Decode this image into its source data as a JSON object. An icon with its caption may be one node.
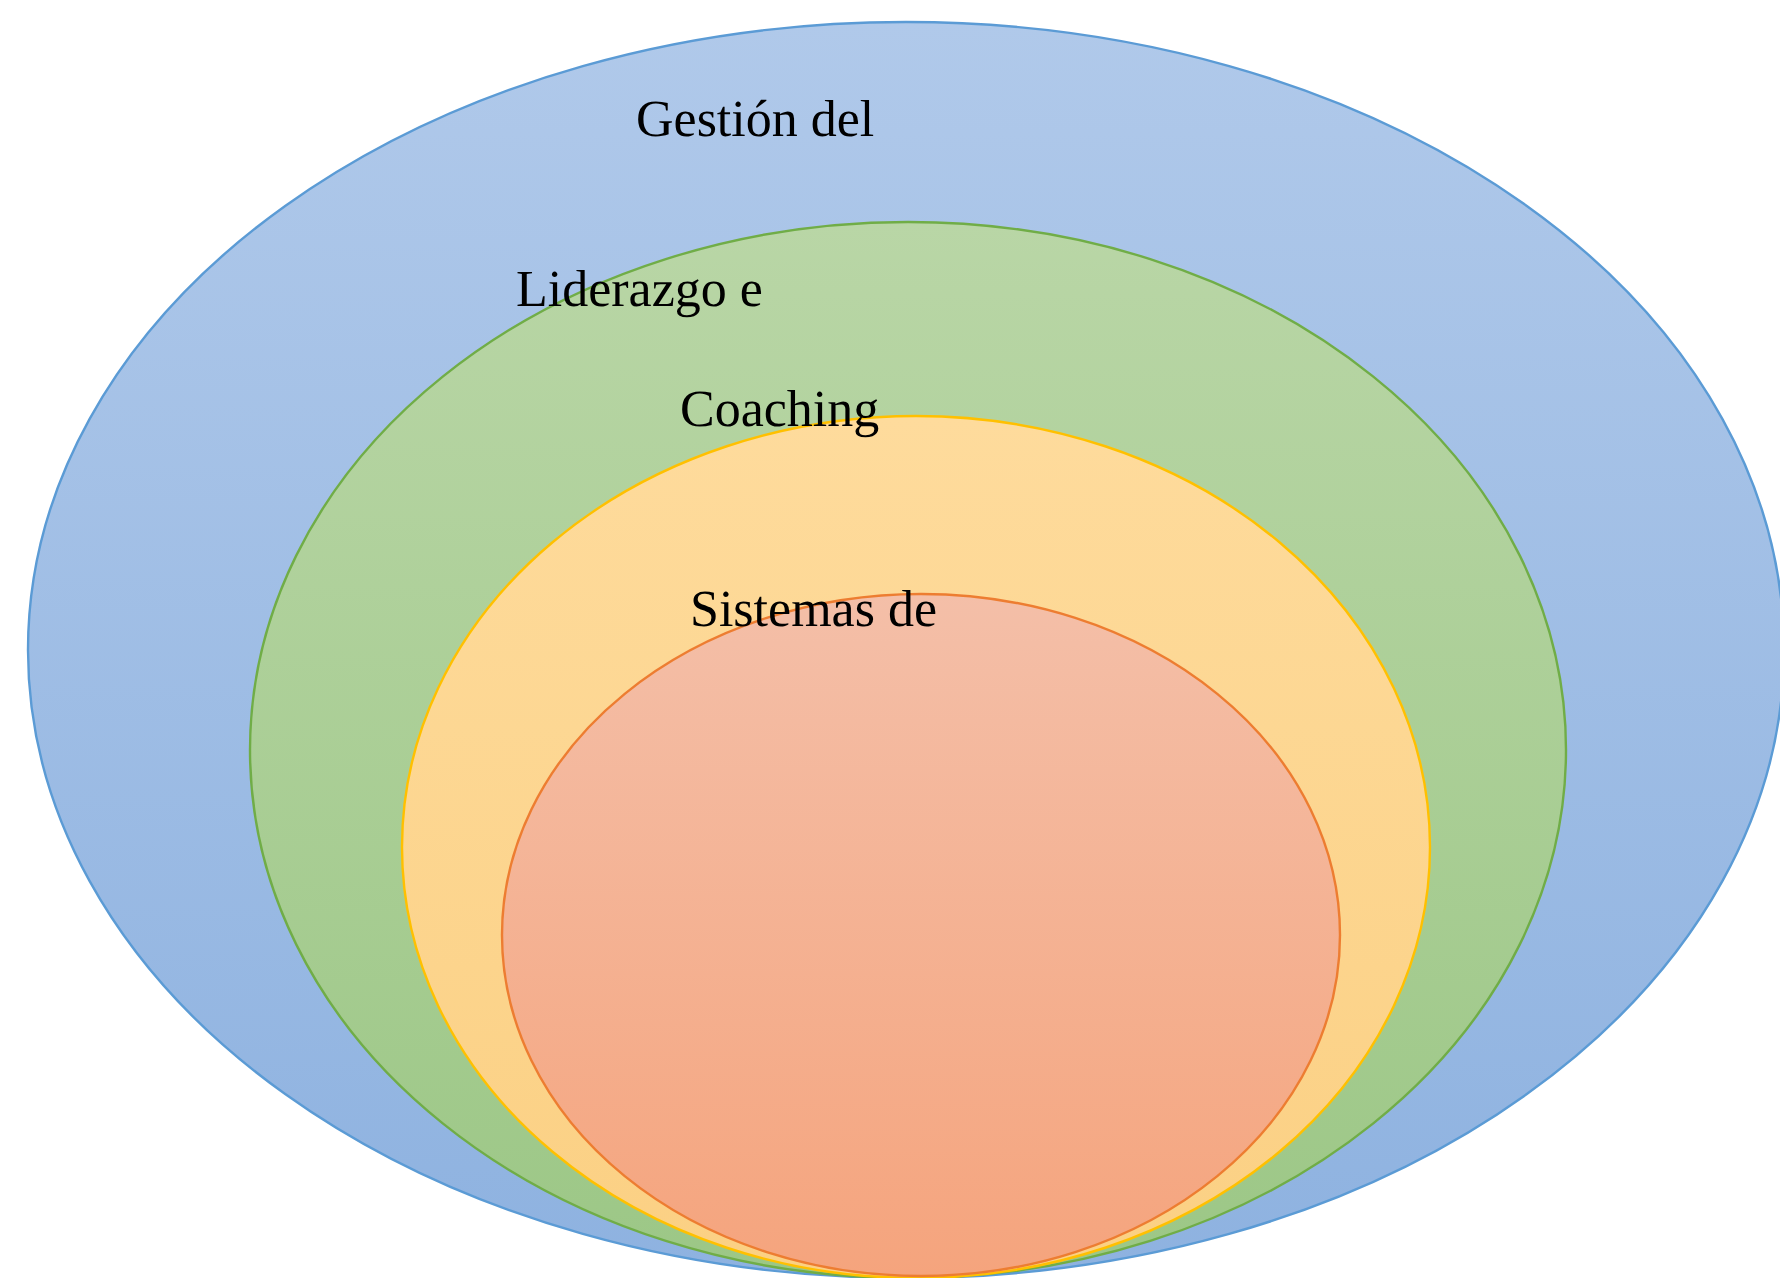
{
  "diagram": {
    "nodes": [
      {
        "text": [
          "Gestión del"
        ]
      },
      {
        "text": [
          "Liderazgo e Coaching"
        ],
        "in": 0
      },
      {
        "text": [],
        "shape": "ellipse",
        "in": 1
      },
      {
        "text": [
          "Sistemas de"
        ],
        "in": 2
      }
    ]
  }
}
